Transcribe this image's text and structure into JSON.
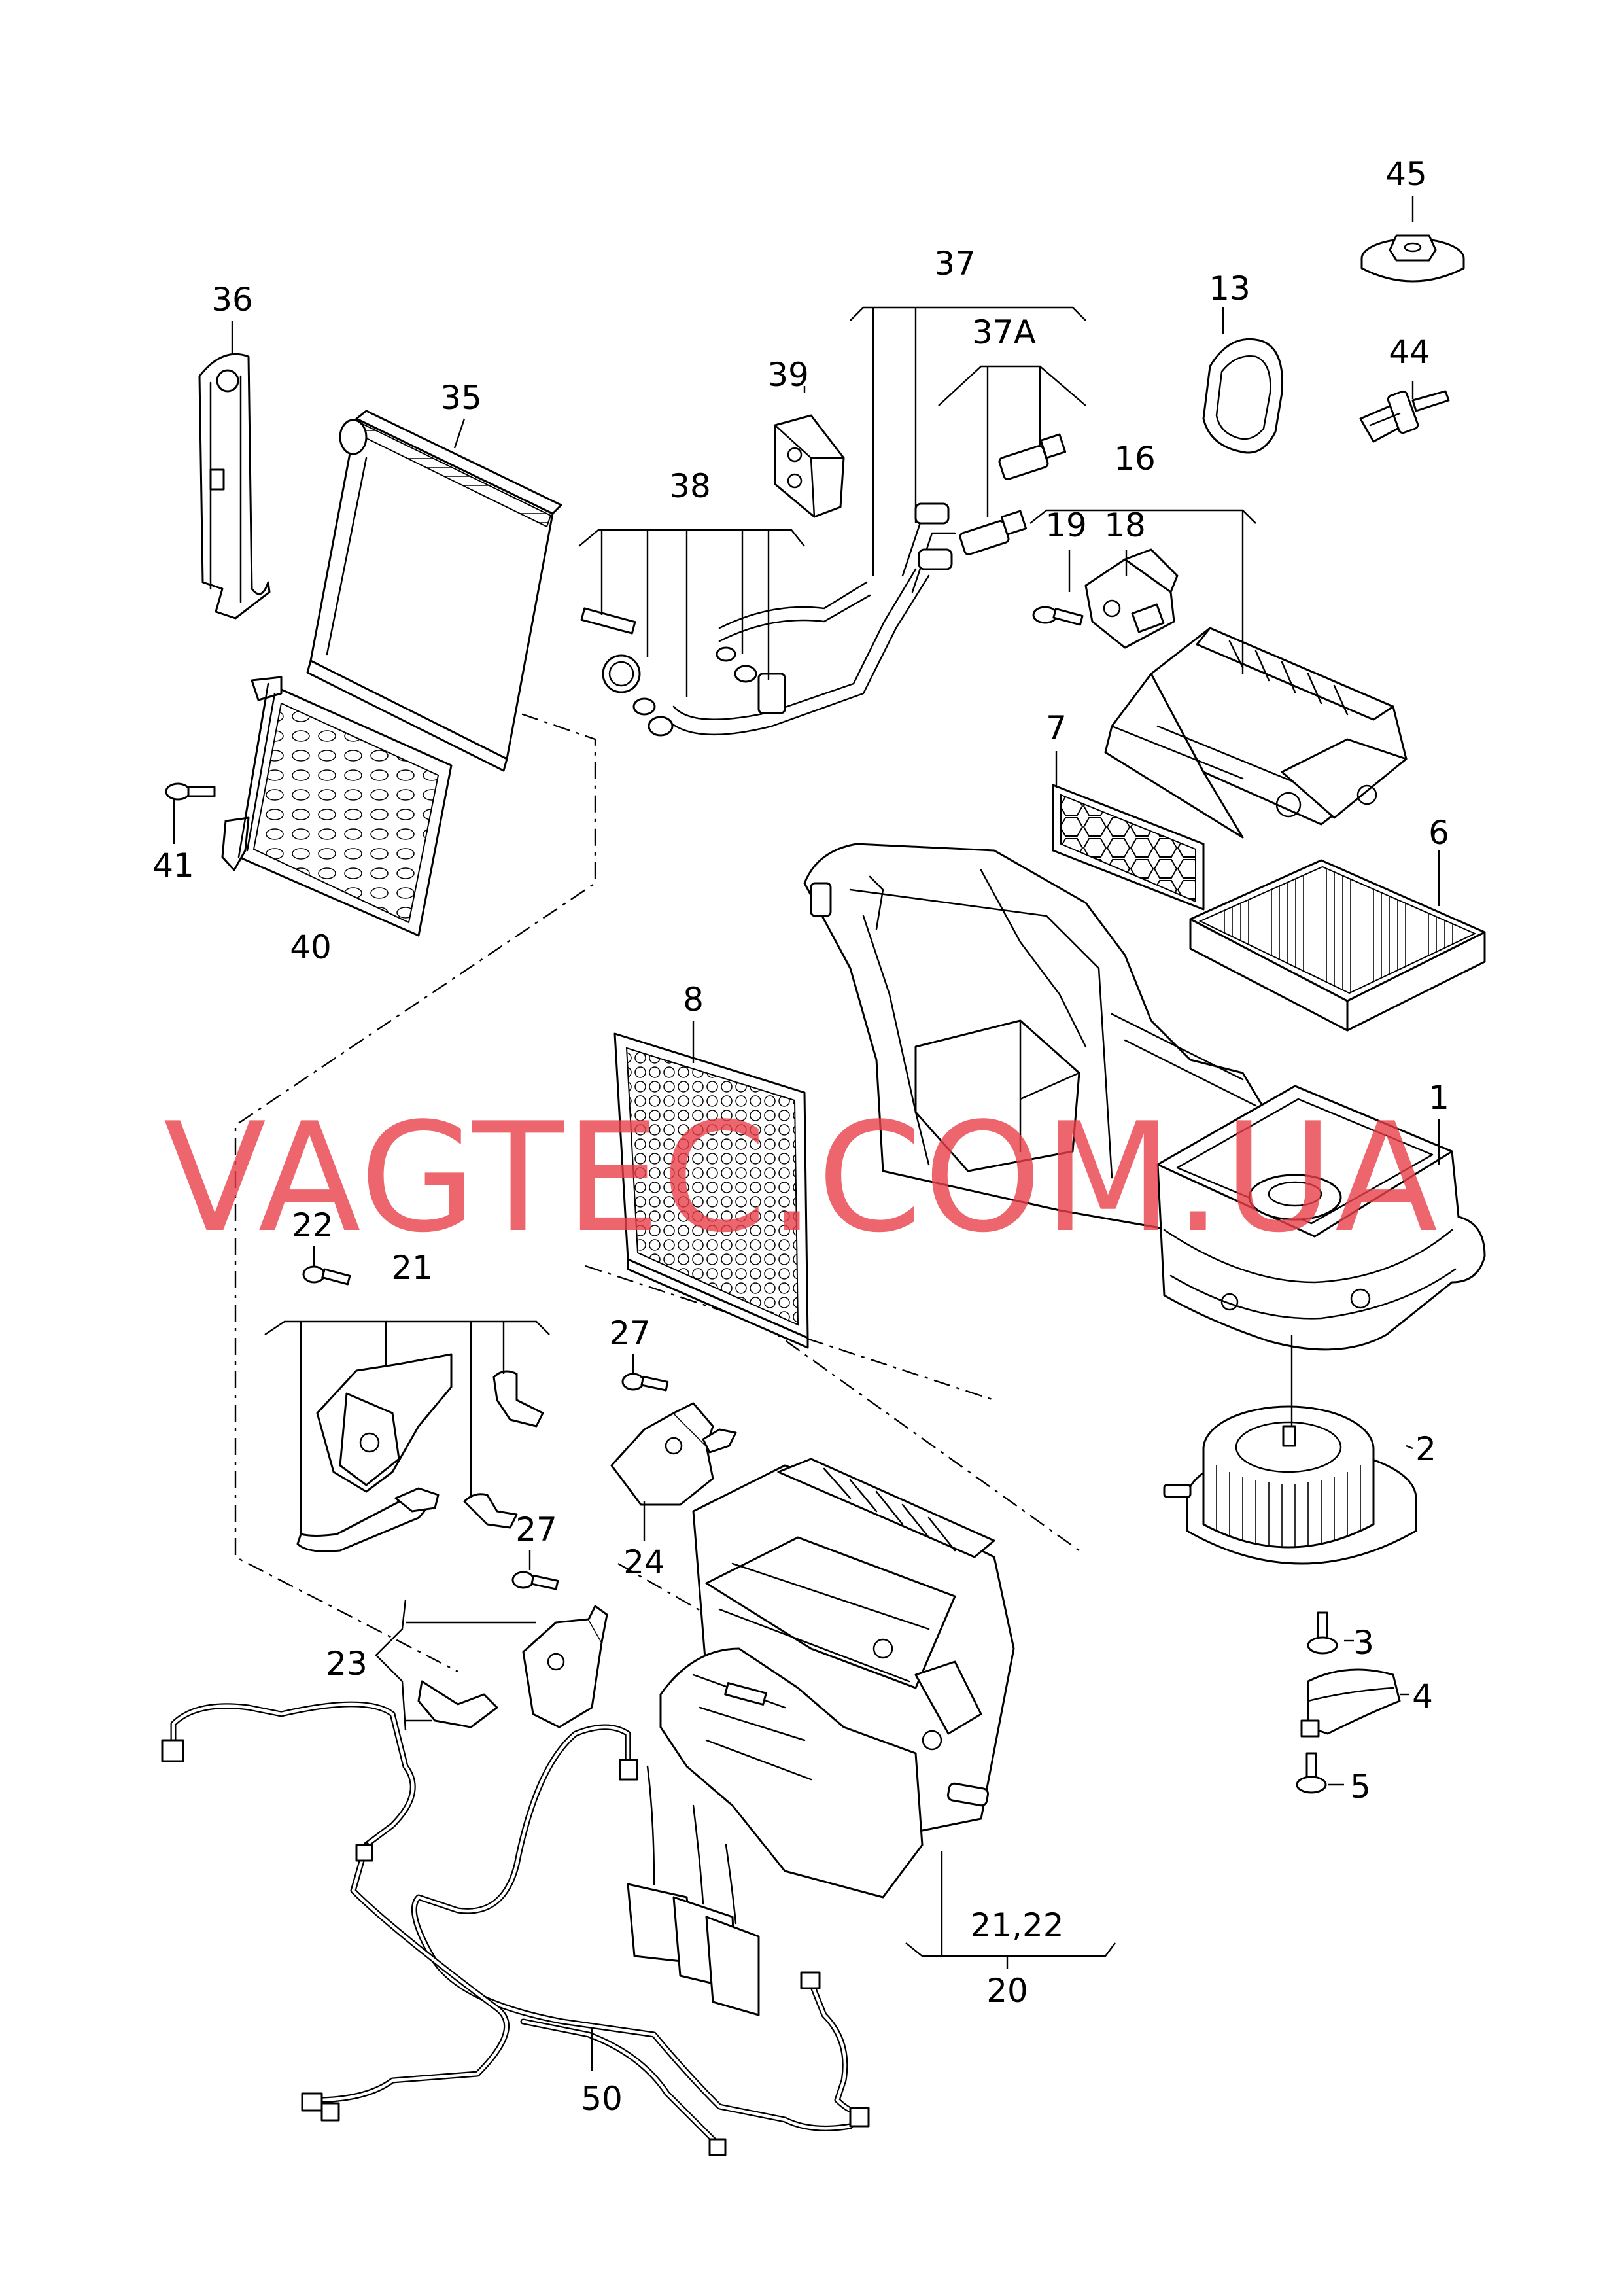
{
  "watermark": "VAGTEC.COM.UA",
  "colors": {
    "line": "#000000",
    "background": "#ffffff",
    "watermark": "#e8404a"
  },
  "callouts": {
    "c1": "1",
    "c2": "2",
    "c3": "3",
    "c4": "4",
    "c5": "5",
    "c6": "6",
    "c7": "7",
    "c8": "8",
    "c13": "13",
    "c16": "16",
    "c18": "18",
    "c19": "19",
    "c20": "20",
    "c21": "21",
    "c21_22": "21,22",
    "c22": "22",
    "c23": "23",
    "c24": "24",
    "c27a": "27",
    "c27b": "27",
    "c35": "35",
    "c36": "36",
    "c37": "37",
    "c37a": "37A",
    "c38": "38",
    "c39": "39",
    "c40": "40",
    "c41": "41",
    "c44": "44",
    "c45": "45",
    "c50": "50"
  }
}
